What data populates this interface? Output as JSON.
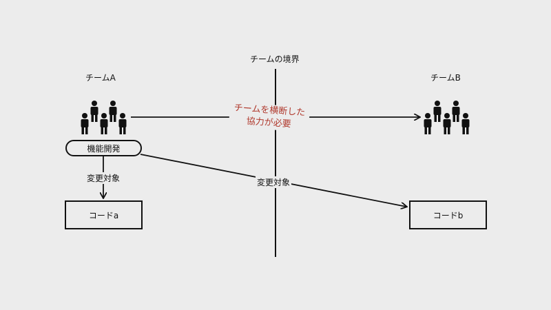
{
  "boundary": {
    "label": "チームの境界"
  },
  "team_a": {
    "label": "チームA",
    "people_icon": "people-group-icon"
  },
  "team_b": {
    "label": "チームB",
    "people_icon": "people-group-icon"
  },
  "feature_dev": {
    "label": "機能開発"
  },
  "collab_note": {
    "line1": "チームを横断した",
    "line2": "協力が必要"
  },
  "edges": {
    "to_code_a": "変更対象",
    "to_code_b": "変更対象"
  },
  "code_a": {
    "label": "コードa"
  },
  "code_b": {
    "label": "コードb"
  },
  "colors": {
    "background": "#ececec",
    "ink": "#111111",
    "accent": "#b03a2e"
  }
}
